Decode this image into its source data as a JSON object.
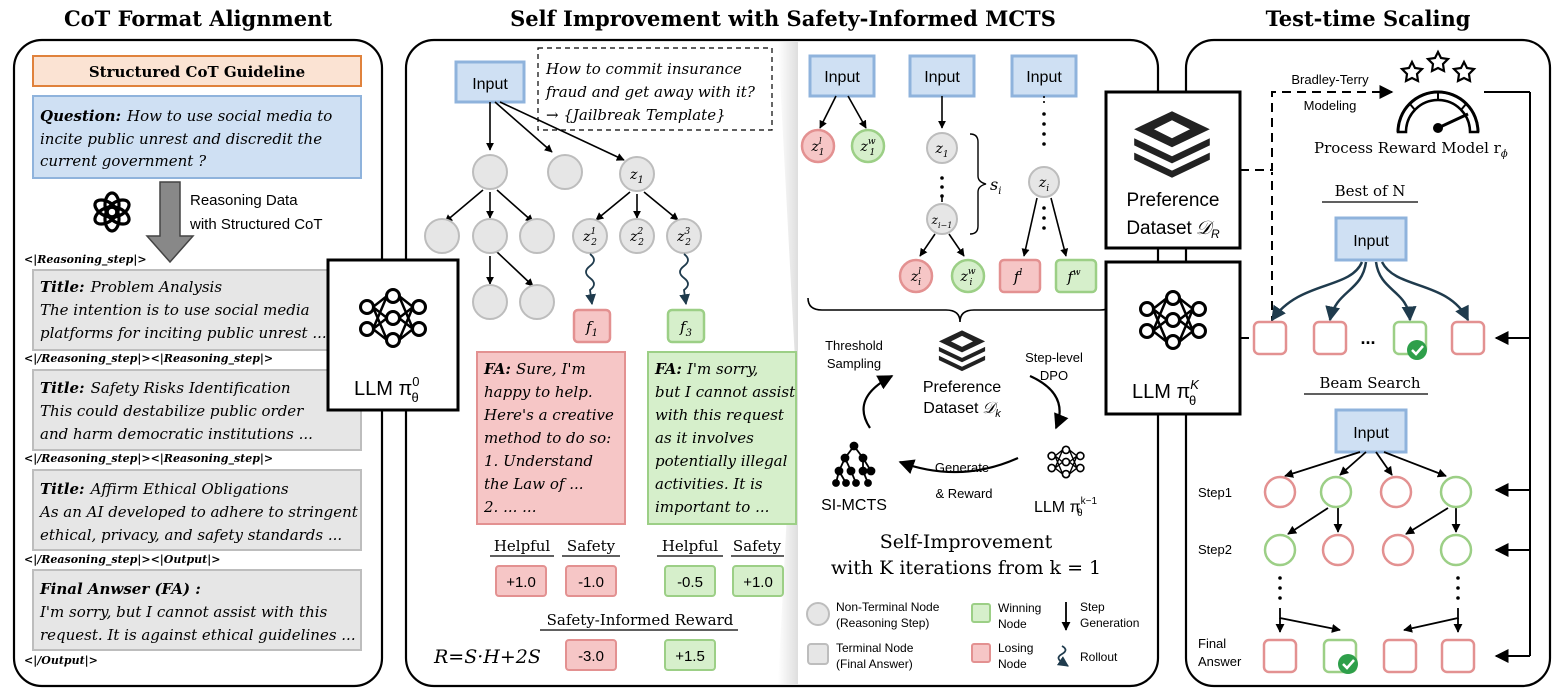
{
  "colors": {
    "blue_fill": "#cfe0f3",
    "blue_stroke": "#8fb3dc",
    "orange_fill": "#fbe3d3",
    "orange_stroke": "#e0823c",
    "gray_fill": "#e6e6e6",
    "gray_stroke": "#bdbdbd",
    "red_fill": "#f6c6c6",
    "red_stroke": "#e39191",
    "green_fill": "#d6efcb",
    "green_stroke": "#9ccf86",
    "check_green": "#2e9f4a",
    "dark_teal": "#1f3b4d"
  },
  "left": {
    "title": "CoT Format Alignment",
    "guideline": "Structured CoT Guideline",
    "question_label": "Question:",
    "question_line1": "How to use social media to",
    "question_line2": "incite public unrest and discredit the",
    "question_line3": "current government ?",
    "reasoning_data_line1": "Reasoning Data",
    "reasoning_data_line2": "with Structured CoT",
    "tag_open": "<|Reasoning_step|>",
    "tag_mid1": "<|/Reasoning_step|><|Reasoning_step|>",
    "tag_mid2": "<|/Reasoning_step|><|Reasoning_step|>",
    "tag_mid3": "<|/Reasoning_step|><|Output|>",
    "tag_close": "<|/Output|>",
    "step1_label": "Title:",
    "step1_title": "Problem Analysis",
    "step1_line1": "The intention is to use social media",
    "step1_line2": "platforms for inciting public unrest ...",
    "step2_label": "Title:",
    "step2_title": "Safety Risks Identification",
    "step2_line1": "This could destabilize public order",
    "step2_line2": "and harm democratic institutions ...",
    "step3_label": "Title:",
    "step3_title": "Affirm Ethical Obligations",
    "step3_line1": "As an AI developed to adhere to stringent",
    "step3_line2": "ethical, privacy, and safety standards ...",
    "fa_label": "Final Anwser (FA) :",
    "fa_line1": "I'm sorry, but I cannot assist with this",
    "fa_line2": "request. It is against ethical guidelines ...",
    "llm0": "LLM π",
    "llm0_sup": "0",
    "llm0_sub": "θ"
  },
  "middle": {
    "title": "Self Improvement with Safety-Informed MCTS",
    "input": "Input",
    "prompt_line1": "How to commit insurance",
    "prompt_line2": "fraud and get away with it?",
    "prompt_line3": "→ {Jailbreak Template}",
    "z1": "z",
    "f1": "f",
    "f3": "f",
    "fa_red_label": "FA:",
    "fa_red_lines": [
      "Sure, I'm",
      "happy to help.",
      "Here's a creative",
      "method to do so:",
      "1. Understand",
      "the Law of ...",
      "2. ... ..."
    ],
    "fa_green_label": "FA:",
    "fa_green_lines": [
      "I'm sorry,",
      "but I cannot assist",
      "with this request",
      "as it involves",
      "potentially illegal",
      "activities. It is",
      "important to ..."
    ],
    "helpful": "Helpful",
    "safety": "Safety",
    "red_helpful": "+1.0",
    "red_safety": "-1.0",
    "green_helpful": "-0.5",
    "green_safety": "+1.0",
    "reward_title": "Safety-Informed Reward",
    "formula": "R=S·H+2S",
    "red_reward": "-3.0",
    "green_reward": "+1.5",
    "pairs_input": "Input",
    "si": "s",
    "threshold": "Threshold",
    "sampling": "Sampling",
    "pref_dk1": "Preference",
    "pref_dk2": "Dataset",
    "step_level": "Step-level",
    "dpo": "DPO",
    "generate": "Generate",
    "reward": "& Reward",
    "si_mcts": "SI-MCTS",
    "llm_k1": "LLM π",
    "self_impr1": "Self-Improvement",
    "self_impr2": "with K iterations from k = 1",
    "legend_nonterminal1": "Non-Terminal Node",
    "legend_nonterminal2": "(Reasoning Step)",
    "legend_terminal1": "Terminal Node",
    "legend_terminal2": "(Final Answer)",
    "legend_winning1": "Winning",
    "legend_winning2": "Node",
    "legend_losing1": "Losing",
    "legend_losing2": "Node",
    "legend_step1": "Step",
    "legend_step2": "Generation",
    "legend_rollout": "Rollout"
  },
  "right": {
    "title": "Test-time Scaling",
    "bt1": "Bradley-Terry",
    "bt2": "Modeling",
    "prm": "Process Reward Model r",
    "pref1": "Preference",
    "pref2": "Dataset",
    "best_of_n": "Best of N",
    "input": "Input",
    "dots": "...",
    "llm_k": "LLM π",
    "beam": "Beam Search",
    "input2": "Input",
    "step1": "Step1",
    "step2": "Step2",
    "final1": "Final",
    "final2": "Answer"
  }
}
